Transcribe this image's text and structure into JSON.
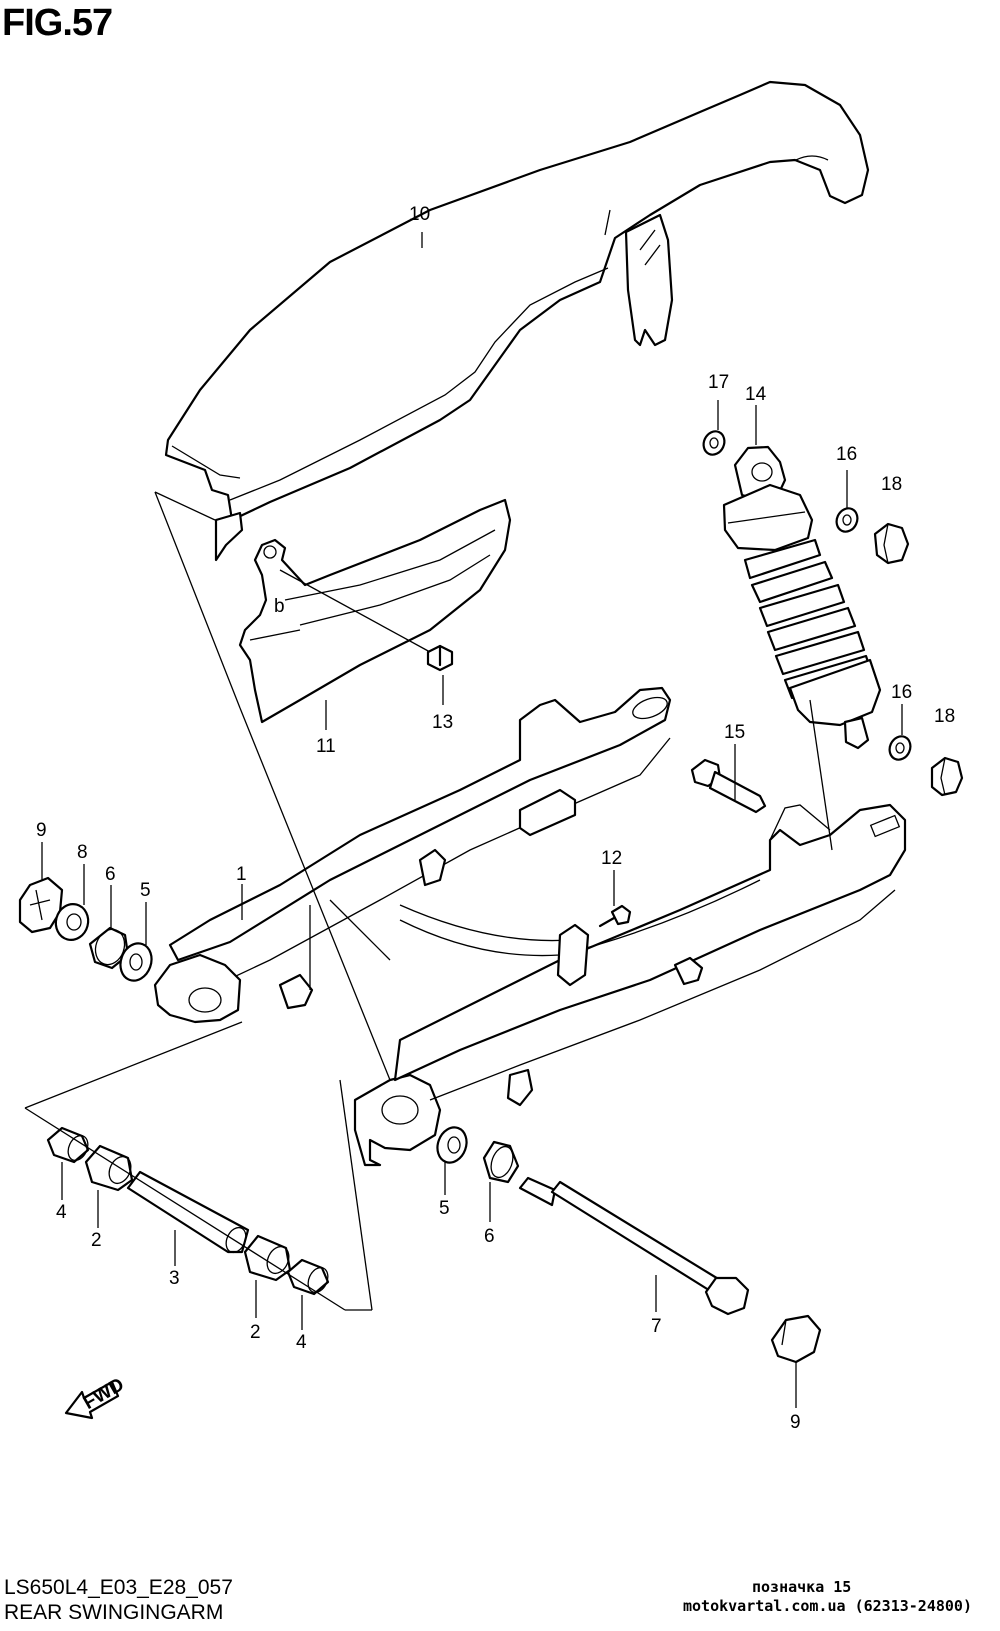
{
  "figure": {
    "title": "FIG.57"
  },
  "footer": {
    "model_code": "LS650L4_E03_E28_057",
    "section_name": "REAR SWINGINGARM",
    "watermark_line1": "позначка 15",
    "watermark_line2": "motokvartal.com.ua (62313-24800)"
  },
  "direction_marker": {
    "label": "FWD",
    "icon": "fwd-arrow-icon"
  },
  "callouts": {
    "c1": "1",
    "c2a": "2",
    "c2b": "2",
    "c3": "3",
    "c4a": "4",
    "c4b": "4",
    "c5a": "5",
    "c5b": "5",
    "c6a": "6",
    "c6b": "6",
    "c7": "7",
    "c8": "8",
    "c9a": "9",
    "c9b": "9",
    "c10": "10",
    "c11": "11",
    "c12": "12",
    "c13": "13",
    "c14": "14",
    "c15": "15",
    "c16a": "16",
    "c16b": "16",
    "c17": "17",
    "c18a": "18",
    "c18b": "18"
  }
}
